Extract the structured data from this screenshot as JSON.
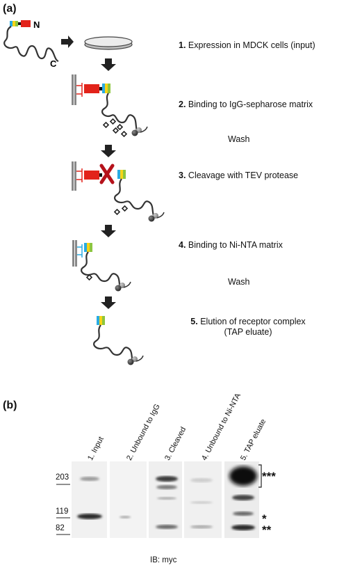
{
  "panel_a": {
    "label": "(a)",
    "construct_n": "N",
    "construct_c": "C",
    "steps": [
      {
        "num": "1.",
        "text": "Expression in MDCK cells (input)"
      },
      {
        "num": "2.",
        "text": "Binding to IgG-sepharose matrix"
      },
      {
        "num": "3.",
        "text": "Cleavage with TEV protease"
      },
      {
        "num": "4.",
        "text": "Binding to Ni-NTA matrix"
      },
      {
        "num": "5.",
        "text": "Elution of receptor complex",
        "text2": "(TAP eluate)"
      }
    ],
    "wash_1": "Wash",
    "wash_2": "Wash"
  },
  "panel_b": {
    "label": "(b)",
    "lanes": [
      "1. Input",
      "2. Unbound to IgG",
      "3. Cleaved",
      "4. Unbound to Ni-NTA",
      "5. TAP eluate"
    ],
    "markers": [
      "203",
      "119",
      "82"
    ],
    "band_annotations": [
      "***",
      "*",
      "**"
    ],
    "antibody": "IB: myc"
  },
  "colors": {
    "tag_red": "#e2231a",
    "tag_green": "#8dc63f",
    "tag_blue": "#29abe2",
    "tag_yellow": "#f7d417",
    "cleavage_x": "#b5121b",
    "chain": "#333333",
    "blot_band": "#3a3a3a"
  }
}
